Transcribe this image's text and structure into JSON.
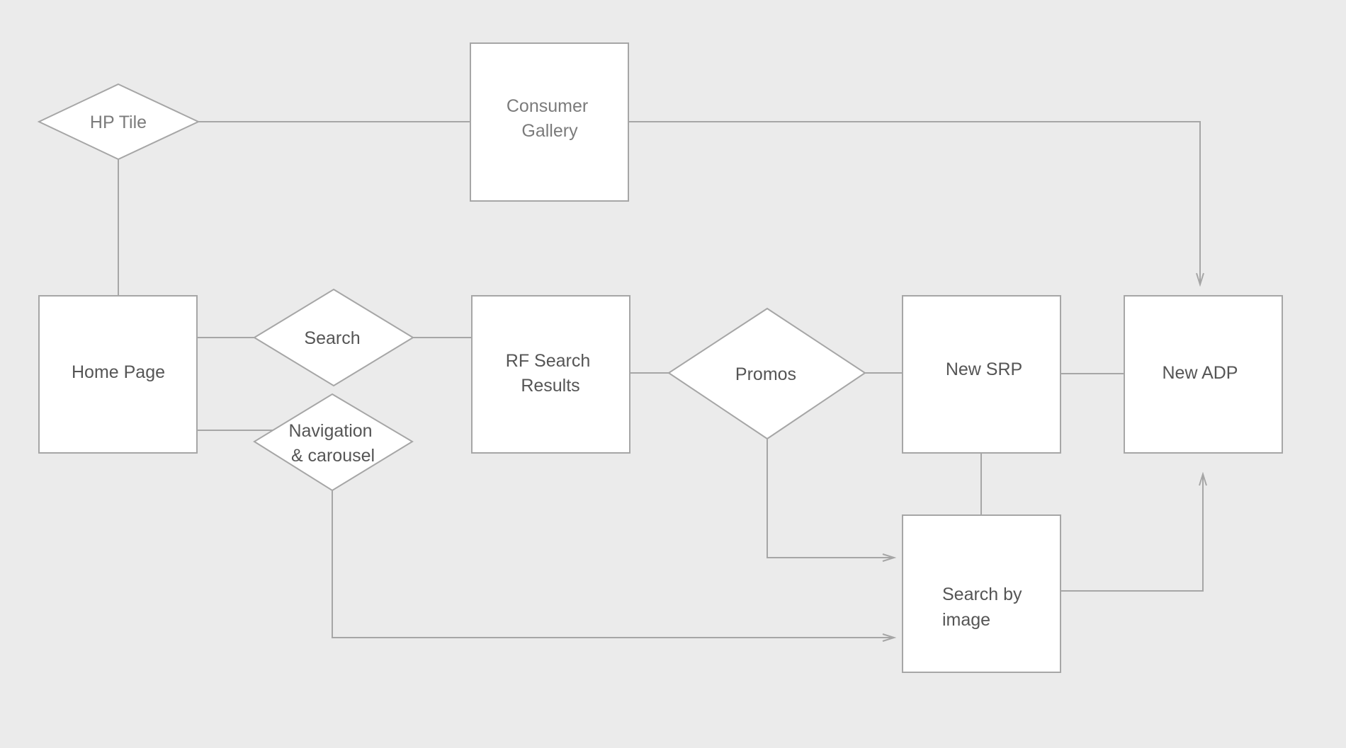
{
  "colors": {
    "background": "#ebebeb",
    "node_fill": "#ffffff",
    "stroke": "#a6a6a6",
    "text": "#555555",
    "text_light": "#7b7b7b"
  },
  "nodes": {
    "hp_tile": {
      "label_lines": [
        "HP Tile"
      ]
    },
    "consumer_gallery": {
      "label_lines": [
        "Consumer",
        "Gallery"
      ]
    },
    "home_page": {
      "label_lines": [
        "Home Page"
      ]
    },
    "search": {
      "label_lines": [
        "Search"
      ]
    },
    "navigation_carousel": {
      "label_lines": [
        "Navigation",
        "& carousel"
      ]
    },
    "rf_search_results": {
      "label_lines": [
        "RF Search",
        "Results"
      ]
    },
    "promos": {
      "label_lines": [
        "Promos"
      ]
    },
    "new_srp": {
      "label_lines": [
        "New SRP"
      ]
    },
    "new_adp": {
      "label_lines": [
        "New ADP"
      ]
    },
    "search_by_image": {
      "label_lines": [
        "Search by",
        "image"
      ]
    }
  }
}
